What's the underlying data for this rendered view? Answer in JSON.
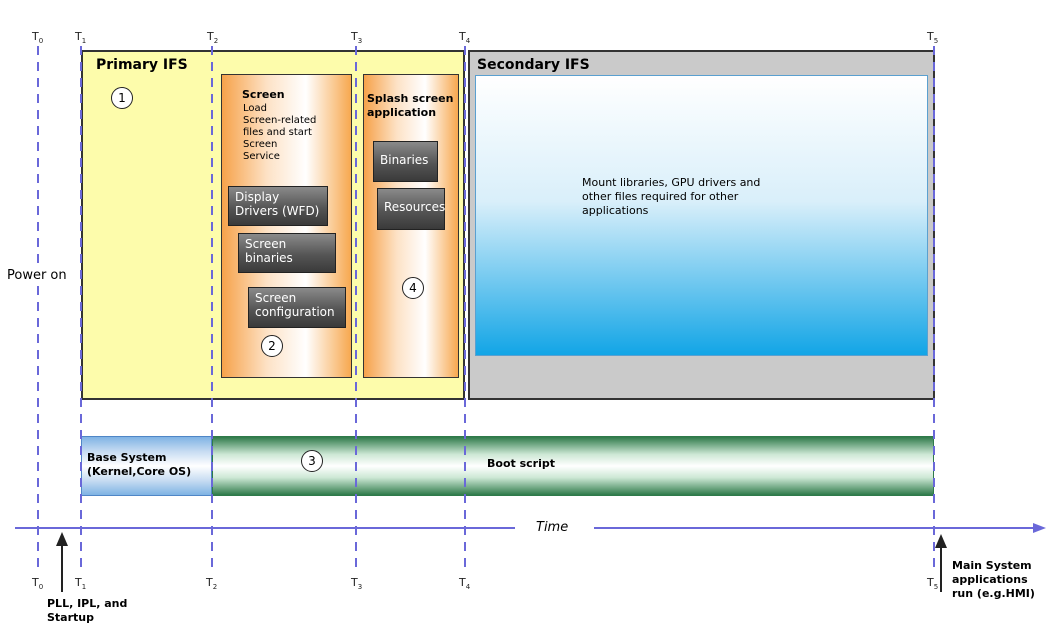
{
  "time_markers": [
    "T0",
    "T1",
    "T2",
    "T3",
    "T4",
    "T5"
  ],
  "power_on": "Power on",
  "primary_ifs": {
    "title": "Primary IFS",
    "circle": "1",
    "screen": {
      "title": "Screen",
      "description": "Load\nScreen-related\nfiles and start\nScreen\nService",
      "items": [
        "Display Drivers (WFD)",
        "Screen binaries",
        "Screen configuration"
      ],
      "circle": "2"
    },
    "splash": {
      "title": "Splash screen application",
      "items": [
        "Binaries",
        "Resources"
      ],
      "circle": "4"
    }
  },
  "secondary_ifs": {
    "title": "Secondary IFS",
    "description": "Mount libraries, GPU drivers and other files  required for other applications"
  },
  "base_system": "Base System (Kernel,Core OS)",
  "boot_script": {
    "label": "Boot script",
    "circle": "3"
  },
  "time_label": "Time",
  "annotations": {
    "pll": "PLL, IPL, and Startup",
    "main_system": "Main System applications run (e.g.HMI)"
  },
  "colors": {
    "guide_line": "#6a68d9",
    "primary_fill": "#fdfcab",
    "secondary_fill": "#cacaca",
    "timeline": "#6a68d9"
  }
}
